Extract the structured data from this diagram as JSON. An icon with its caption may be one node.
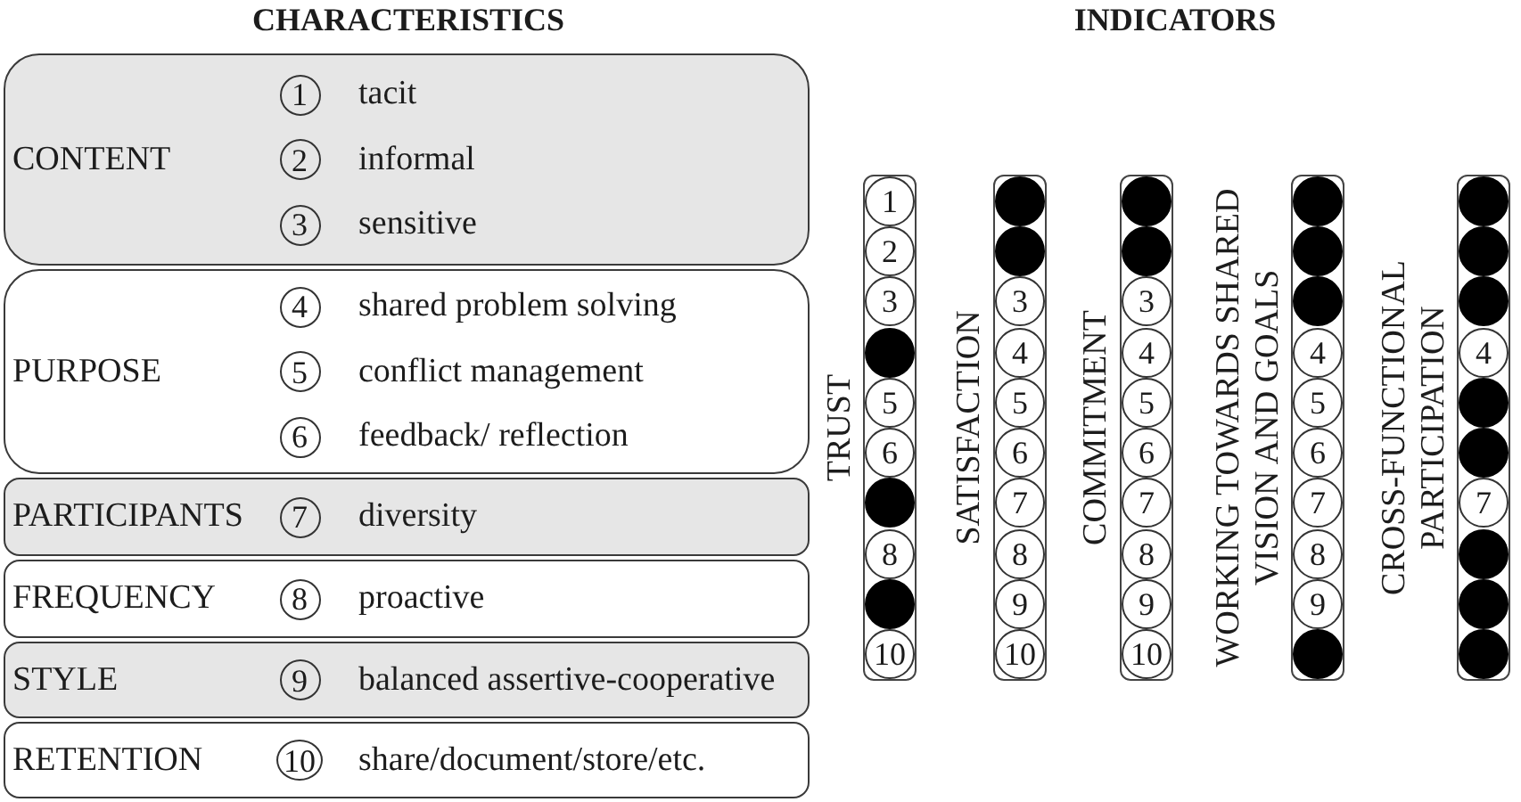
{
  "diagram": {
    "nodes": [
      {
        "text": [
          "CONTENT"
        ]
      },
      {
        "text": [
          "1"
        ],
        "in": 0,
        "beside": [
          "tacit"
        ]
      },
      {
        "text": [
          "2"
        ],
        "in": 0,
        "beside": [
          "informal"
        ]
      },
      {
        "text": [
          "3"
        ],
        "in": 0,
        "beside": [
          "sensitive"
        ]
      },
      {
        "text": [
          "PURPOSE"
        ]
      },
      {
        "text": [
          "4"
        ],
        "in": 4,
        "beside": [
          "shared problem solving"
        ]
      },
      {
        "text": [
          "5"
        ],
        "in": 4,
        "beside": [
          "conflict management"
        ]
      },
      {
        "text": [
          "6"
        ],
        "in": 4,
        "beside": [
          "feedback/ reflection"
        ]
      },
      {
        "text": [
          "PARTICIPANTS"
        ]
      },
      {
        "text": [
          "7"
        ],
        "in": 8,
        "beside": [
          "diversity"
        ]
      },
      {
        "text": [
          "FREQUENCY"
        ]
      },
      {
        "text": [
          "8"
        ],
        "in": 10,
        "beside": [
          "proactive"
        ]
      },
      {
        "text": [
          "STYLE"
        ]
      },
      {
        "text": [
          "9"
        ],
        "in": 12,
        "beside": [
          "balanced assertive-cooperative"
        ]
      },
      {
        "text": [
          "RETENTION"
        ]
      },
      {
        "text": [
          "10"
        ],
        "in": 14,
        "beside": [
          "share/document/store/etc."
        ]
      },
      {
        "text": [
          "TRUST"
        ]
      },
      {
        "text": [
          "1"
        ],
        "in": 16
      },
      {
        "text": [
          "2"
        ],
        "in": 16
      },
      {
        "text": [
          "3"
        ],
        "in": 16
      },
      {
        "text": [],
        "shape": "circle",
        "in": 16
      },
      {
        "text": [
          "5"
        ],
        "in": 16
      },
      {
        "text": [
          "6"
        ],
        "in": 16
      },
      {
        "text": [],
        "shape": "circle",
        "in": 16
      },
      {
        "text": [
          "8"
        ],
        "in": 16
      },
      {
        "text": [],
        "shape": "circle",
        "in": 16
      },
      {
        "text": [
          "10"
        ],
        "in": 16
      },
      {
        "text": [
          "SATISFACTION"
        ]
      },
      {
        "text": [],
        "shape": "circle",
        "in": 27
      },
      {
        "text": [],
        "shape": "circle",
        "in": 27
      },
      {
        "text": [
          "3"
        ],
        "in": 27
      },
      {
        "text": [
          "4"
        ],
        "in": 27
      },
      {
        "text": [
          "5"
        ],
        "in": 27
      },
      {
        "text": [
          "6"
        ],
        "in": 27
      },
      {
        "text": [
          "7"
        ],
        "in": 27
      },
      {
        "text": [
          "8"
        ],
        "in": 27
      },
      {
        "text": [
          "9"
        ],
        "in": 27
      },
      {
        "text": [
          "10"
        ],
        "in": 27
      },
      {
        "text": [
          "COMMITMENT"
        ]
      },
      {
        "text": [],
        "shape": "circle",
        "in": 38
      },
      {
        "text": [],
        "shape": "circle",
        "in": 38
      },
      {
        "text": [
          "3"
        ],
        "in": 38
      },
      {
        "text": [
          "4"
        ],
        "in": 38
      },
      {
        "text": [
          "5"
        ],
        "in": 38
      },
      {
        "text": [
          "6"
        ],
        "in": 38
      },
      {
        "text": [
          "7"
        ],
        "in": 38
      },
      {
        "text": [
          "8"
        ],
        "in": 38
      },
      {
        "text": [
          "9"
        ],
        "in": 38
      },
      {
        "text": [
          "10"
        ],
        "in": 38
      },
      {
        "text": [
          "WORKING TOWARDS SHARED VISION AND GOALS"
        ]
      },
      {
        "text": [],
        "shape": "circle",
        "in": 49
      },
      {
        "text": [],
        "shape": "circle",
        "in": 49
      },
      {
        "text": [],
        "shape": "circle",
        "in": 49
      },
      {
        "text": [
          "4"
        ],
        "in": 49
      },
      {
        "text": [
          "5"
        ],
        "in": 49
      },
      {
        "text": [
          "6"
        ],
        "in": 49
      },
      {
        "text": [
          "7"
        ],
        "in": 49
      },
      {
        "text": [
          "8"
        ],
        "in": 49
      },
      {
        "text": [
          "9"
        ],
        "in": 49
      },
      {
        "text": [],
        "shape": "circle",
        "in": 49
      },
      {
        "text": [
          "CROSS-FUNCTIONAL PARTICIPATION"
        ]
      },
      {
        "text": [],
        "shape": "circle",
        "in": 60
      },
      {
        "text": [],
        "shape": "circle",
        "in": 60
      },
      {
        "text": [],
        "shape": "circle",
        "in": 60
      },
      {
        "text": [
          "4"
        ],
        "in": 60
      },
      {
        "text": [],
        "shape": "circle",
        "in": 60
      },
      {
        "text": [],
        "shape": "circle",
        "in": 60
      },
      {
        "text": [
          "7"
        ],
        "in": 60
      },
      {
        "text": [],
        "shape": "circle",
        "in": 60
      },
      {
        "text": [],
        "shape": "circle",
        "in": 60
      },
      {
        "text": [],
        "shape": "circle",
        "in": 60
      }
    ],
    "labels": [
      "CHARACTERISTICS",
      "INDICATORS"
    ]
  }
}
